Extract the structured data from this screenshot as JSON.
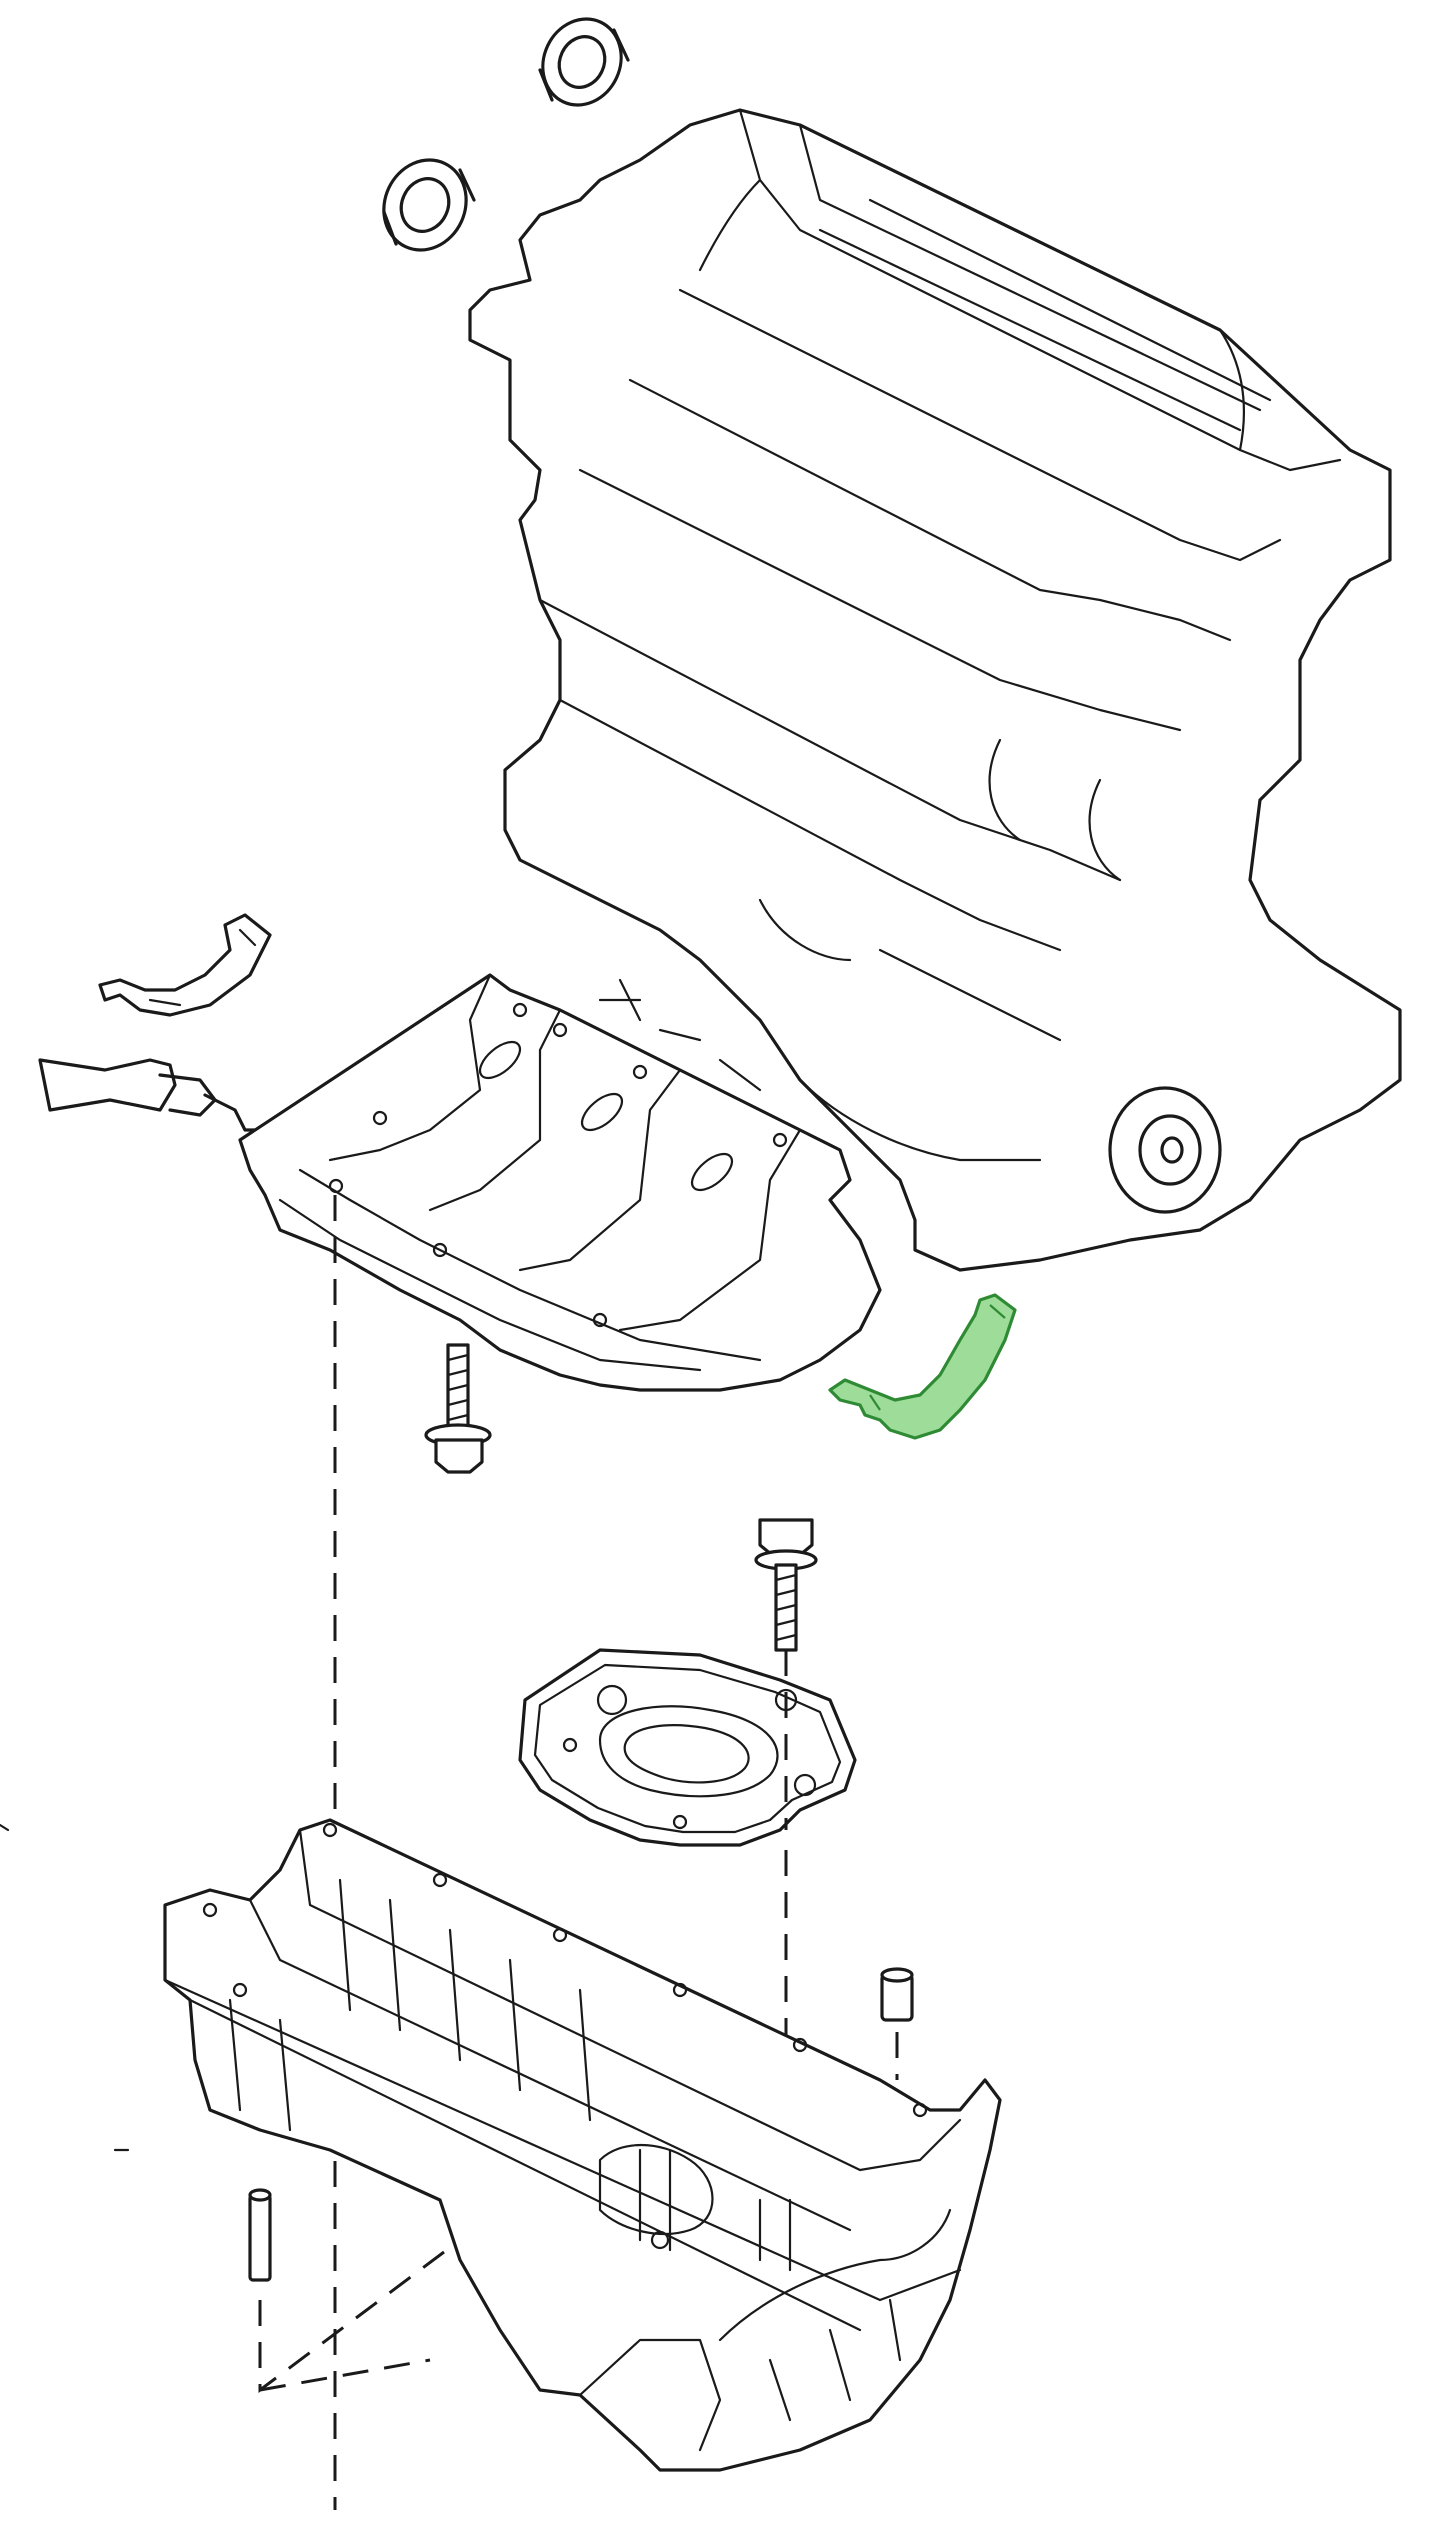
{
  "diagram": {
    "colors": {
      "line": "#1a1a1a",
      "background": "#ffffff",
      "highlight_fill": "#9edc9a",
      "highlight_stroke": "#2e8b34"
    },
    "parts": [
      {
        "id": "cam-seal-1",
        "icon": "ring-seal"
      },
      {
        "id": "cam-seal-2",
        "icon": "ring-seal"
      },
      {
        "id": "cylinder-block",
        "icon": "engine-block"
      },
      {
        "id": "rear-seal-cap",
        "icon": "bracket"
      },
      {
        "id": "sealant-tube",
        "icon": "tube"
      },
      {
        "id": "main-bearing-stiffener",
        "icon": "ladder-frame"
      },
      {
        "id": "flange-bolt-upper",
        "icon": "bolt"
      },
      {
        "id": "end-seal-highlighted",
        "icon": "bracket",
        "highlighted": true
      },
      {
        "id": "flange-bolt-lower",
        "icon": "bolt"
      },
      {
        "id": "oil-pump-plate-gasket",
        "icon": "gasket"
      },
      {
        "id": "oil-pan",
        "icon": "oil-pan"
      },
      {
        "id": "knock-pin-right",
        "icon": "pin"
      },
      {
        "id": "knock-pin-left",
        "icon": "pin"
      }
    ]
  }
}
